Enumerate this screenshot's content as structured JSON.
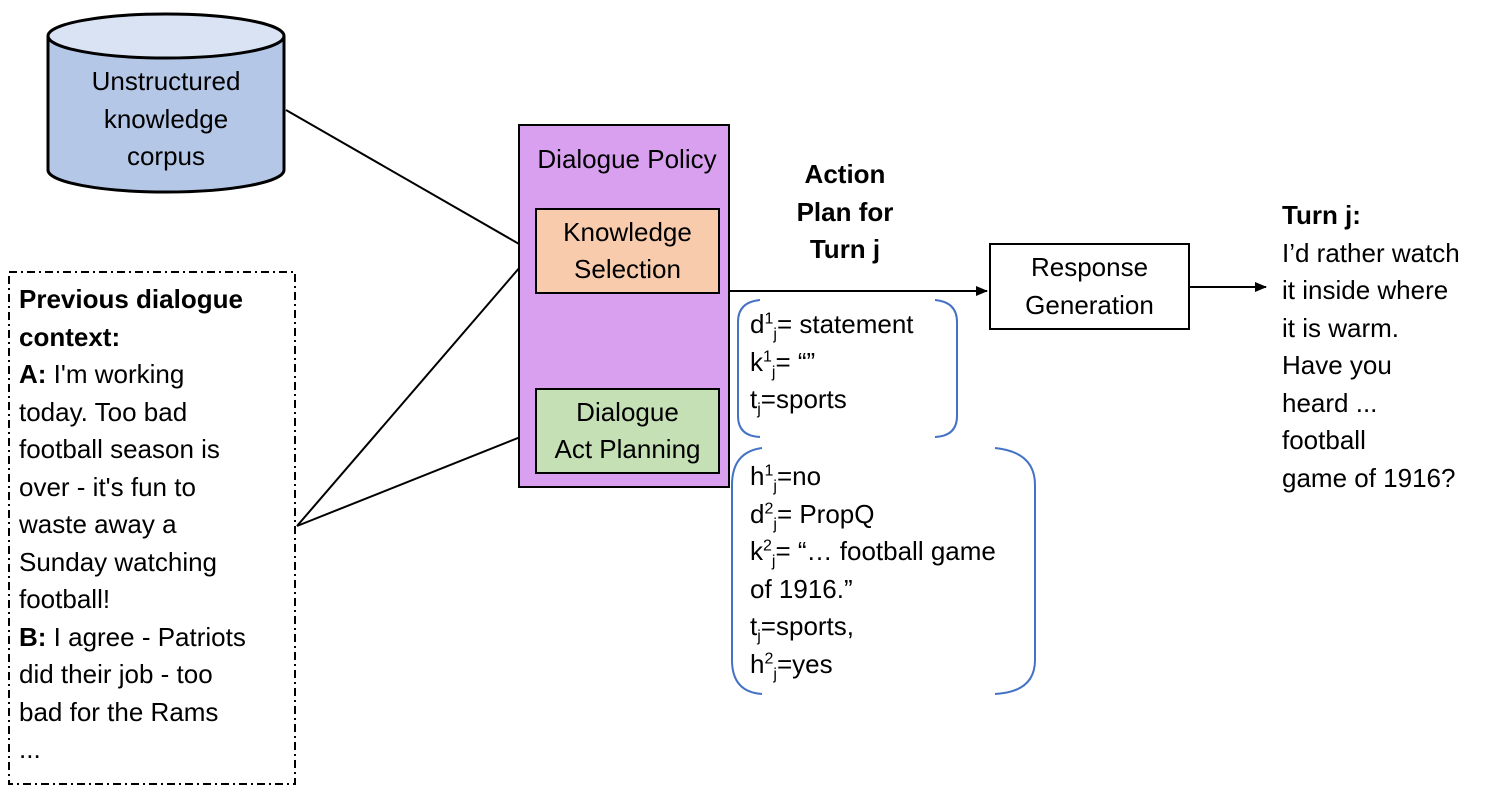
{
  "corpus": {
    "lines": [
      "Unstructured",
      "knowledge",
      "corpus"
    ]
  },
  "context": {
    "title_lines": [
      "Previous dialogue",
      "context:"
    ],
    "a_speaker": "A:",
    "a_lines": [
      " I'm working",
      "today. Too bad",
      "football season is",
      "over - it's fun to",
      "waste away a",
      "Sunday watching",
      "football!"
    ],
    "b_speaker": "B:",
    "b_lines": [
      " I agree - Patriots",
      "did their job - too",
      "bad for the Rams",
      "..."
    ]
  },
  "policy": {
    "title": "Dialogue Policy",
    "knowledge_selection": [
      "Knowledge",
      "Selection"
    ],
    "act_planning": [
      "Dialogue",
      "Act Planning"
    ]
  },
  "action_plan": {
    "lines": [
      "Action",
      "Plan for",
      "Turn j"
    ]
  },
  "plan1": [
    {
      "base": "d",
      "sup": "1",
      "sub": "j",
      "rest": "= statement"
    },
    {
      "base": "k",
      "sup": "1",
      "sub": "j",
      "rest": "= “”"
    },
    {
      "base": "t",
      "sup": "",
      "sub": "j",
      "rest": "=sports"
    }
  ],
  "plan2": [
    {
      "base": "h",
      "sup": "1",
      "sub": "j",
      "rest": "=no"
    },
    {
      "base": "d",
      "sup": "2",
      "sub": "j",
      "rest": "= PropQ"
    },
    {
      "base": "k",
      "sup": "2",
      "sub": "j",
      "rest": "= “… football game"
    },
    {
      "base": "",
      "sup": "",
      "sub": "",
      "rest": "of 1916.”"
    },
    {
      "base": "t",
      "sup": "",
      "sub": "j",
      "rest": "=sports,"
    },
    {
      "base": "h",
      "sup": "2",
      "sub": "j",
      "rest": "=yes"
    }
  ],
  "response": {
    "lines": [
      "Response",
      "Generation"
    ]
  },
  "turn": {
    "title": "Turn j:",
    "lines": [
      "I’d rather watch",
      "it inside where",
      "it is warm.",
      "Have you",
      "heard ...",
      "football",
      "game of 1916?"
    ]
  },
  "colors": {
    "corpus_fill": "#b4c7e7",
    "corpus_top": "#dae3f3",
    "policy_fill": "#d9a0f0",
    "knowledge_fill": "#f8cbad",
    "planning_fill": "#c5e0b4",
    "bracket": "#4472c4"
  }
}
